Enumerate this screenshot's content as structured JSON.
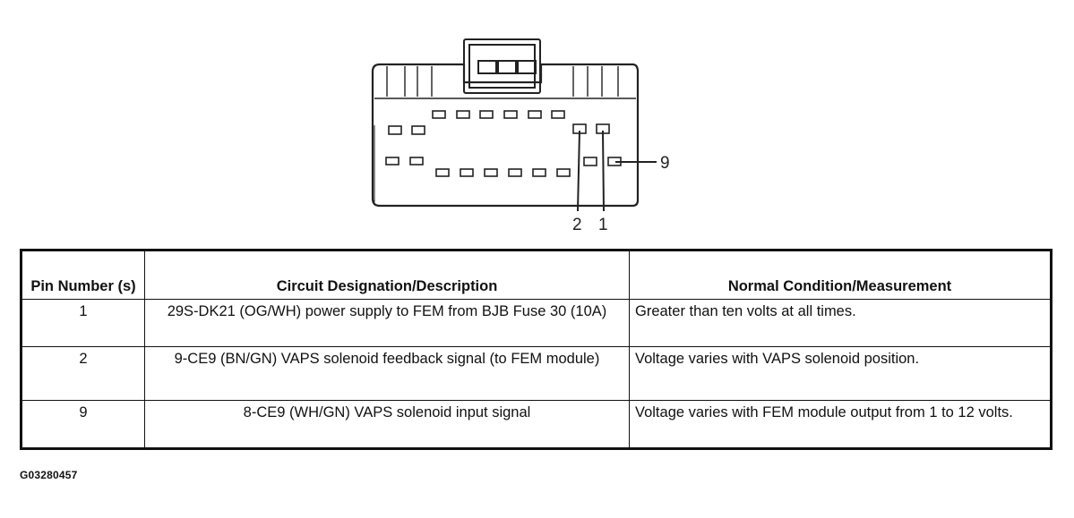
{
  "diagram": {
    "pin_labels": [
      "2",
      "1",
      "9"
    ]
  },
  "table": {
    "headers": {
      "pin": "Pin Number (s)",
      "circuit": "Circuit Designation/Description",
      "condition": "Normal Condition/Measurement"
    },
    "rows": [
      {
        "pin": "1",
        "circuit": "29S-DK21 (OG/WH) power supply to FEM from BJB Fuse 30 (10A)",
        "condition": "Greater than ten volts at all times."
      },
      {
        "pin": "2",
        "circuit": "9-CE9 (BN/GN) VAPS solenoid feedback signal (to FEM module)",
        "condition": "Voltage varies with VAPS solenoid position."
      },
      {
        "pin": "9",
        "circuit": "8-CE9 (WH/GN) VAPS solenoid input signal",
        "condition": "Voltage varies with FEM module output from 1 to 12 volts."
      }
    ]
  },
  "figure_code": "G03280457"
}
